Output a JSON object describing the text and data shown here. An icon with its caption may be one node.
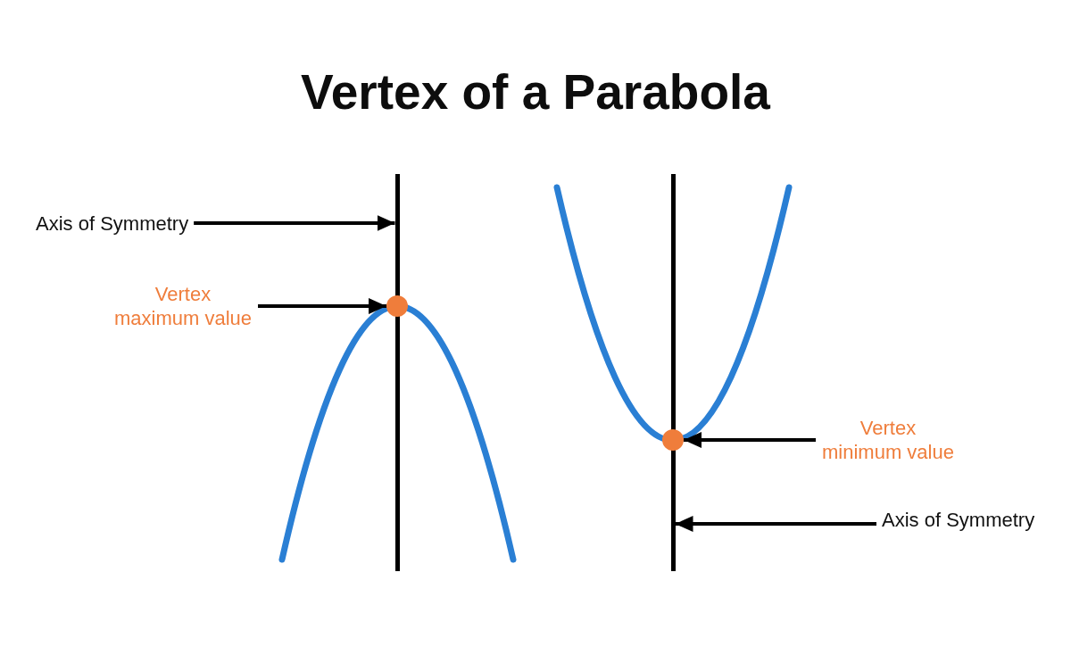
{
  "diagram": {
    "title": "Vertex of a Parabola",
    "nodes": [
      {
        "text": [
          "Axis of Symmetry"
        ]
      },
      {
        "text": [],
        "shape": "line"
      },
      {
        "text": [
          "Vertex maximum value"
        ]
      },
      {
        "text": [],
        "shape": "circle"
      },
      {
        "text": [],
        "shape": "circle"
      },
      {
        "text": [
          "Vertex minimum value"
        ]
      },
      {
        "text": [],
        "shape": "line"
      },
      {
        "text": [
          "Axis of Symmetry"
        ]
      }
    ],
    "edges": [
      {
        "from": 0,
        "to": 1,
        "arrow": "to"
      },
      {
        "from": 2,
        "to": 3,
        "arrow": "to"
      },
      {
        "from": 5,
        "to": 4,
        "arrow": "to"
      },
      {
        "from": 7,
        "to": 6,
        "arrow": "to"
      }
    ]
  }
}
